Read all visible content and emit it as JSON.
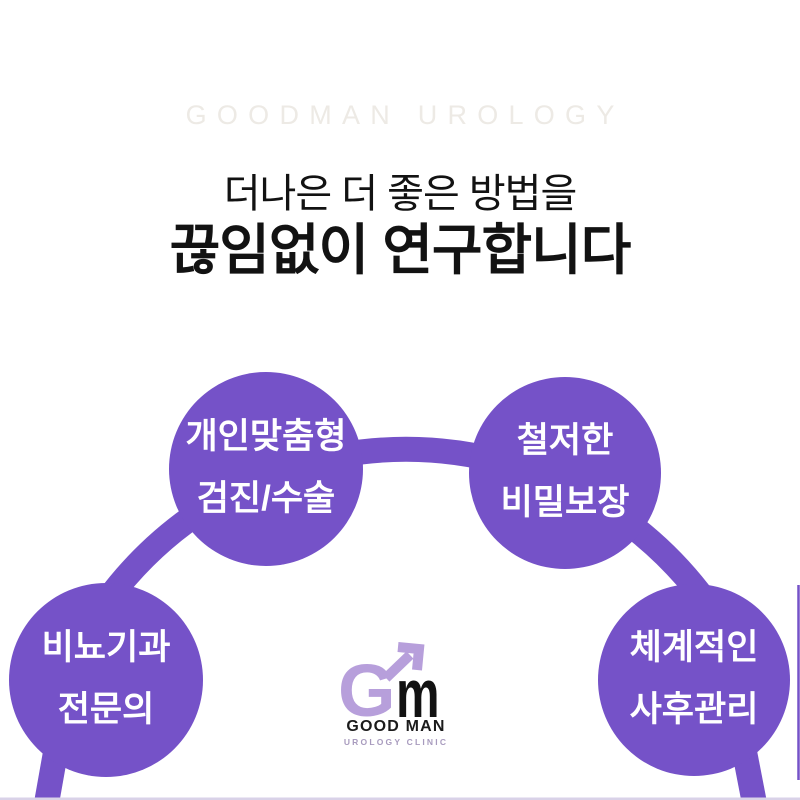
{
  "brand_watermark": "GOODMAN UROLOGY",
  "heading": {
    "line1": "더나은  더 좋은 방법을",
    "line2": "끊임없이 연구합니다"
  },
  "features": [
    {
      "id": "urology-specialist",
      "line1": "비뇨기과",
      "line2": "전문의"
    },
    {
      "id": "personalized-care",
      "line1": "개인맞춤형",
      "line2": "검진/수술"
    },
    {
      "id": "strict-privacy",
      "line1": "철저한",
      "line2": "비밀보장"
    },
    {
      "id": "systematic-aftercare",
      "line1": "체계적인",
      "line2": "사후관리"
    }
  ],
  "logo": {
    "monogram_g": "G",
    "monogram_m": "m",
    "name": "GOOD MAN",
    "tagline": "UROLOGY CLINIC"
  },
  "colors": {
    "circle_purple": "#7552c8",
    "logo_lavender": "#b79fdb",
    "logo_tagline": "#a89bbe",
    "watermark_gray": "#edeae5",
    "heading_black": "#121212",
    "label_white": "#ffffff",
    "hairline": "#d9d2e8"
  }
}
